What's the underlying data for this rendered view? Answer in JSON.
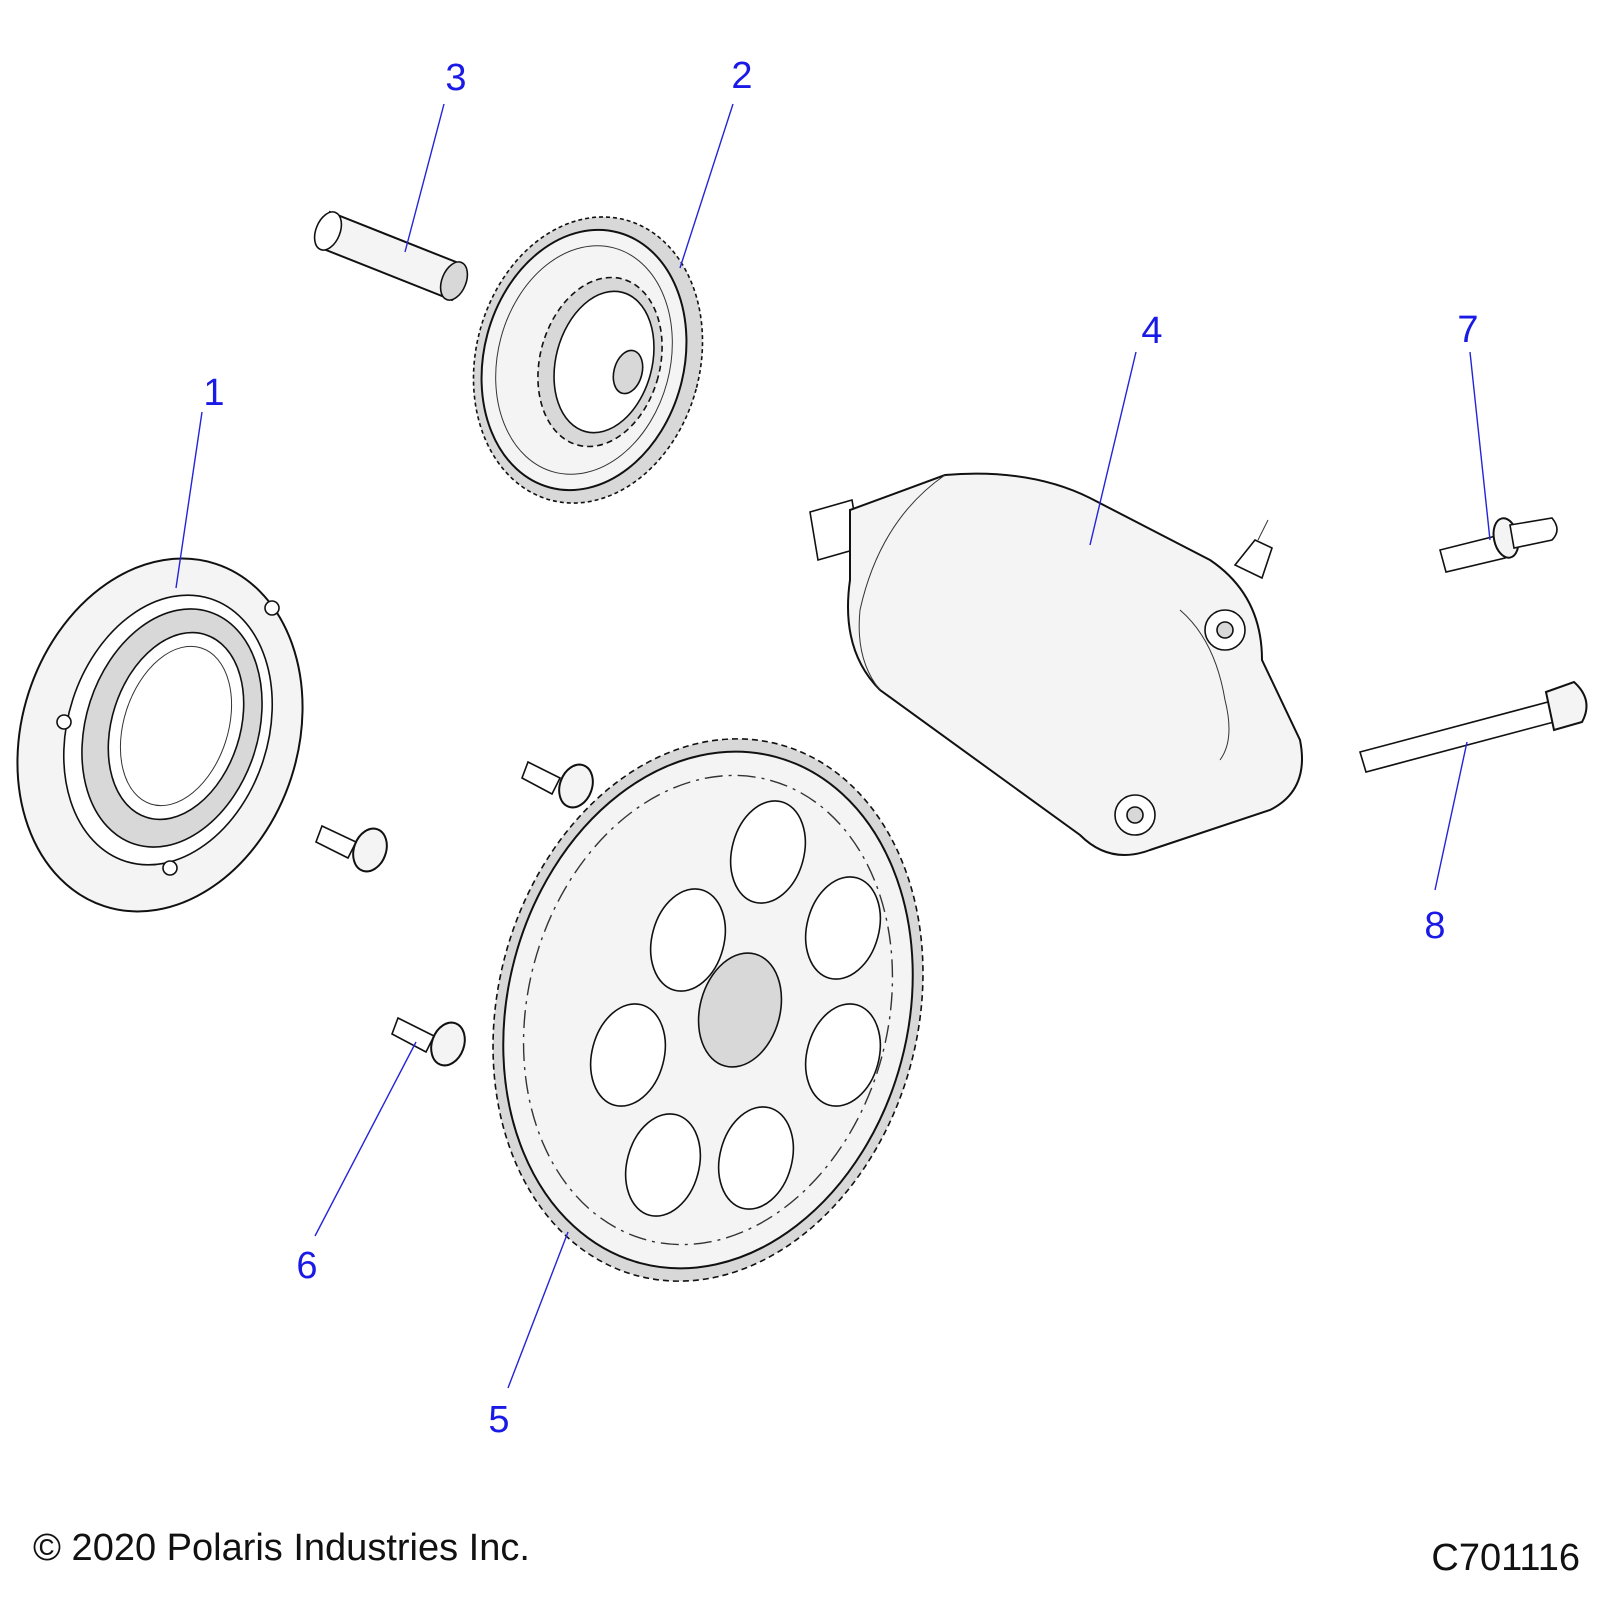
{
  "callouts": [
    {
      "id": "1",
      "label": "1"
    },
    {
      "id": "2",
      "label": "2"
    },
    {
      "id": "3",
      "label": "3"
    },
    {
      "id": "4",
      "label": "4"
    },
    {
      "id": "5",
      "label": "5"
    },
    {
      "id": "6",
      "label": "6"
    },
    {
      "id": "7",
      "label": "7"
    },
    {
      "id": "8",
      "label": "8"
    }
  ],
  "footer": {
    "copyright": "© 2020 Polaris Industries Inc.",
    "drawing_code": "C701116"
  },
  "colors": {
    "callout": "#1a1ae6",
    "leader": "#2424d8",
    "outline": "#111111"
  }
}
